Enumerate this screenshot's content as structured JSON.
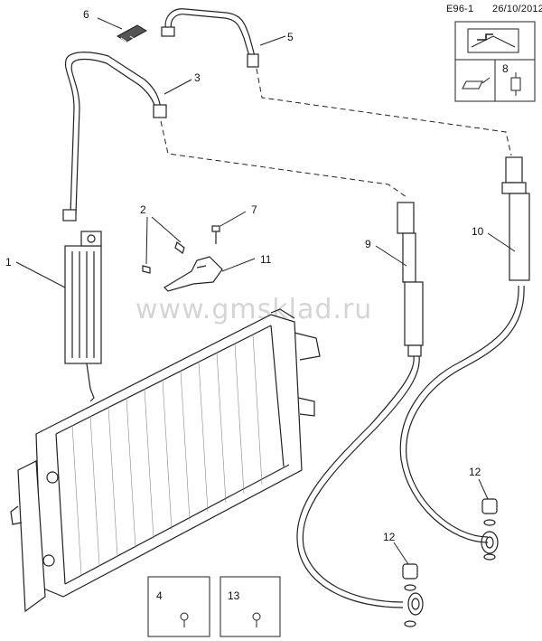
{
  "header": {
    "page_code": "E96-1",
    "date": "26/10/2012"
  },
  "watermark": "www.gmsklad.ru",
  "callouts": {
    "c1": "1",
    "c2": "2",
    "c3": "3",
    "c4": "4",
    "c5": "5",
    "c6": "6",
    "c7": "7",
    "c8": "8",
    "c9": "9",
    "c10": "10",
    "c11": "11",
    "c12a": "12",
    "c12b": "12",
    "c13": "13"
  },
  "colors": {
    "line": "#222222",
    "watermark": "#d5d5d5"
  }
}
